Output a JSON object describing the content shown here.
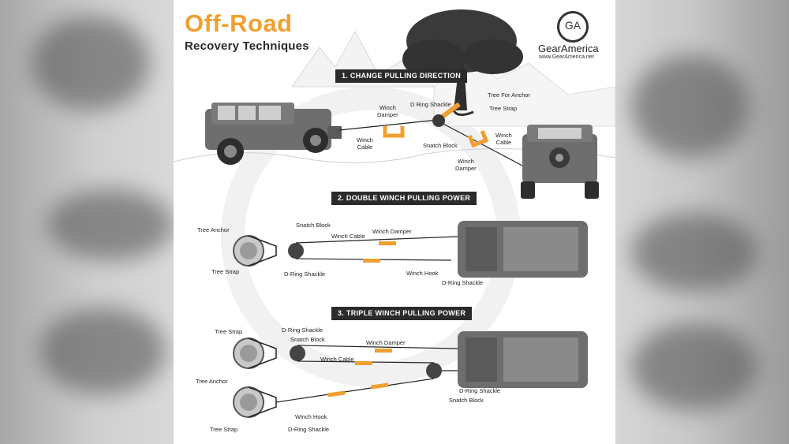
{
  "title": {
    "main": "Off-Road",
    "sub": "Recovery Techniques"
  },
  "brand": {
    "initials": "GA",
    "name": "GearAmerica",
    "url": "www.GearAmerica.net"
  },
  "sections": [
    {
      "heading": "1. CHANGE PULLING DIRECTION",
      "labels": {
        "tree_anchor": "Tree For Anchor",
        "d_ring": "D Ring Shackle",
        "tree_strap": "Tree Strap",
        "damper_left_1": "Winch",
        "damper_left_2": "Damper",
        "cable_left_1": "Winch",
        "cable_left_2": "Cable",
        "snatch": "Snatch Block",
        "cable_right_1": "Winch",
        "cable_right_2": "Cable",
        "damper_right_1": "Winch",
        "damper_right_2": "Damper"
      }
    },
    {
      "heading": "2. DOUBLE WINCH PULLING POWER",
      "labels": {
        "tree_anchor": "Tree Anchor",
        "snatch": "Snatch Block",
        "cable": "Winch Cable",
        "damper": "Winch Damper",
        "tree_strap": "Tree Strap",
        "d_ring_left": "D-Ring Shackle",
        "hook": "Winch Hook",
        "d_ring_right": "D-Ring Shackle"
      }
    },
    {
      "heading": "3. TRIPLE WINCH PULLING POWER",
      "labels": {
        "tree_strap_top": "Tree Strap",
        "d_ring_top": "D-Ring Shackle",
        "snatch_top": "Snatch Block",
        "damper": "Winch Damper",
        "cable": "Winch Cable",
        "tree_anchor": "Tree Anchor",
        "d_ring_right": "D-Ring Shackle",
        "snatch_right": "Snatch Block",
        "hook": "Winch Hook",
        "tree_strap_bottom": "Tree Strap",
        "d_ring_bottom": "D-Ring Shackle"
      }
    }
  ],
  "colors": {
    "accent": "#f0a030",
    "dark": "#2b2b2b",
    "vehicle": "#6e6e6e"
  }
}
